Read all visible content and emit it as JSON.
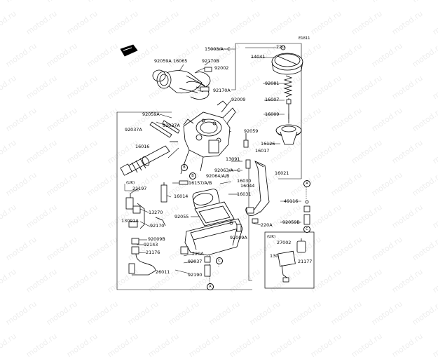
{
  "diagram_code": "E1811",
  "watermark_text": "motod.ru",
  "inset_uk_a": "(UK)",
  "inset_uk_b": "(UK)",
  "ref_marks": [
    "A",
    "B",
    "B",
    "C",
    "A",
    "C",
    "A"
  ],
  "parts": [
    "15003/A~C",
    "220",
    "14041",
    "92059A",
    "16065",
    "92170B",
    "92002",
    "92170A",
    "92081",
    "16007",
    "92009",
    "16009",
    "92059A",
    "92037A",
    "92037A",
    "92059",
    "16016",
    "16126",
    "16017",
    "13091",
    "16021",
    "92063/A~C",
    "92064/A/B",
    "16157/A/B",
    "16030",
    "16044",
    "16031",
    "21197",
    "16014",
    "49116",
    "13270",
    "13091A",
    "92055",
    "92170",
    "92009A",
    "220A",
    "92059B",
    "92009B",
    "92143",
    "27002",
    "21176",
    "220A",
    "130",
    "21177",
    "92037",
    "26011",
    "92190"
  ]
}
